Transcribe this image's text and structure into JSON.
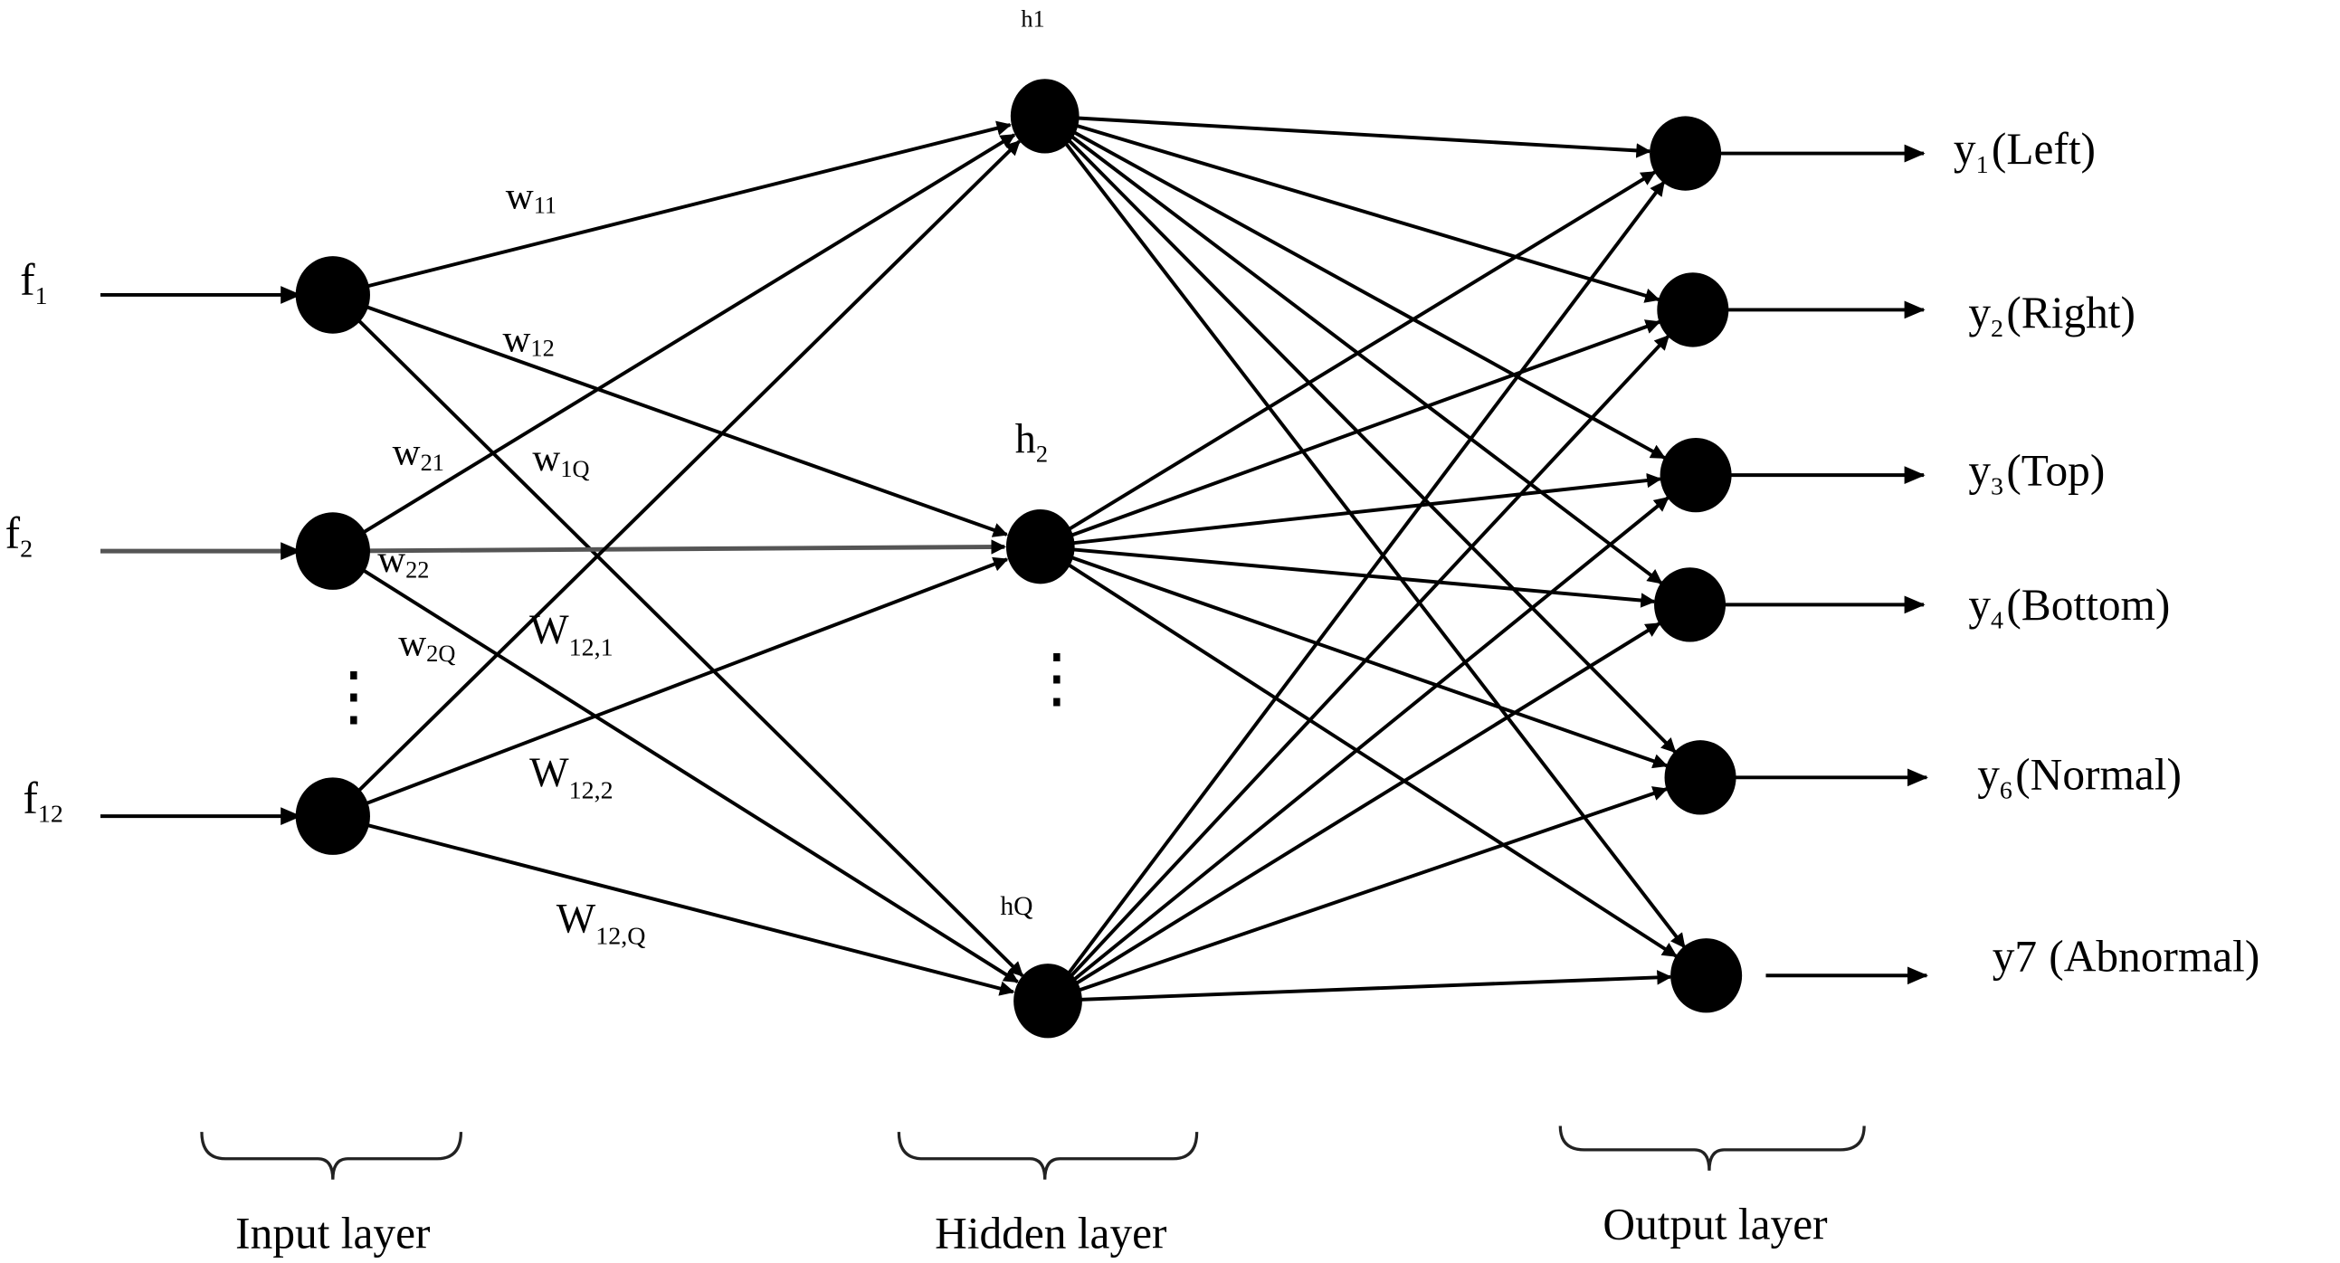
{
  "diagram": {
    "type": "neural-network",
    "inputs": [
      {
        "id": "f1",
        "base": "f",
        "sub": "1"
      },
      {
        "id": "f2",
        "base": "f",
        "sub": "2"
      },
      {
        "id": "f12",
        "base": "f",
        "sub": "12"
      }
    ],
    "hidden": [
      {
        "id": "h1",
        "label": "h1"
      },
      {
        "id": "h2",
        "base": "h",
        "sub": "2"
      },
      {
        "id": "hQ",
        "label": "hQ"
      }
    ],
    "outputs": [
      {
        "id": "y1",
        "base": "y",
        "sub": "1",
        "name": "(Left)"
      },
      {
        "id": "y2",
        "base": "y",
        "sub": "2",
        "name": "(Right)"
      },
      {
        "id": "y3",
        "base": "y",
        "sub": "3",
        "name": "(Top)"
      },
      {
        "id": "y4",
        "base": "y",
        "sub": "4",
        "name": "(Bottom)"
      },
      {
        "id": "y6",
        "base": "y",
        "sub": "6",
        "name": "(Normal)"
      },
      {
        "id": "y7",
        "base": "y7",
        "sub": "",
        "name": "(Abnormal)"
      }
    ],
    "weights": [
      {
        "id": "w11",
        "base": "w",
        "sub": "11"
      },
      {
        "id": "w12",
        "base": "w",
        "sub": "12"
      },
      {
        "id": "w21",
        "base": "w",
        "sub": "21"
      },
      {
        "id": "w1Q",
        "base": "w",
        "sub": "1Q"
      },
      {
        "id": "w22",
        "base": "w",
        "sub": "22"
      },
      {
        "id": "w2Q",
        "base": "w",
        "sub": "2Q"
      },
      {
        "id": "W121",
        "base": "W",
        "sub": "12,1"
      },
      {
        "id": "W122",
        "base": "W",
        "sub": "12,2"
      },
      {
        "id": "W12Q",
        "base": "W",
        "sub": "12,Q"
      }
    ],
    "ellipsis": "⋮",
    "layers": {
      "input": "Input layer",
      "hidden": "Hidden layer",
      "output": "Output layer"
    }
  }
}
